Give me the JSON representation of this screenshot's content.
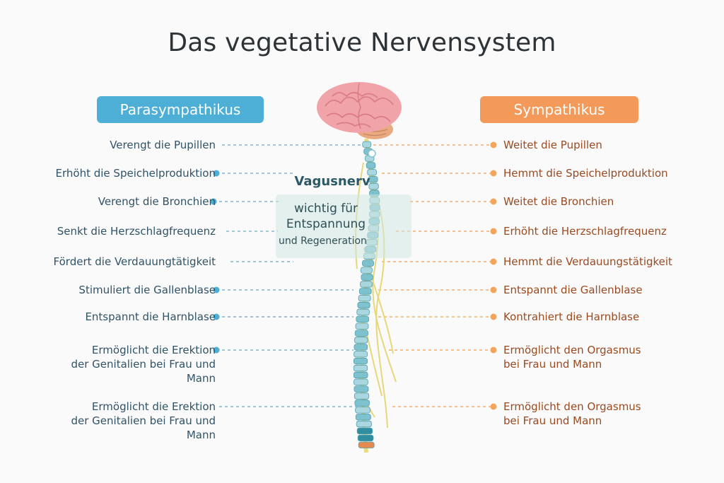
{
  "title": "Das vegetative Nervensystem",
  "left_header": "Parasympathikus",
  "right_header": "Sympathikus",
  "vagus": {
    "title": "Vagusnerv",
    "line1": "wichtig für",
    "line2": "Entspannung",
    "line3": "und Regeneration"
  },
  "left_items": [
    [
      "Verengt die Pupillen"
    ],
    [
      "Erhöht die Speichelproduktion"
    ],
    [
      "Verengt die Bronchien"
    ],
    [
      "Senkt die Herzschlagfrequenz"
    ],
    [
      "Fördert die Verdauungtätigkeit"
    ],
    [
      "Stimuliert die Gallenblase"
    ],
    [
      "Entspannt die Harnblase"
    ],
    [
      "Ermöglicht die Erektion",
      "der Genitalien bei Frau und",
      "Mann"
    ],
    [
      "Ermöglicht die Erektion",
      "der Genitalien bei Frau und",
      "Mann"
    ]
  ],
  "right_items": [
    [
      "Weitet die Pupillen"
    ],
    [
      "Hemmt die Speichelproduktion"
    ],
    [
      "Weitet die Bronchien"
    ],
    [
      "Erhöht die Herzschlagfrequenz"
    ],
    [
      "Hemmt die Verdauungstätigkeit"
    ],
    [
      "Entspannt die Gallenblase"
    ],
    [
      "Kontrahiert die Harnblase"
    ],
    [
      "Ermöglicht den Orgasmus",
      "bei Frau und Mann"
    ],
    [
      "Ermöglicht den Orgasmus",
      "bei Frau und Mann"
    ]
  ],
  "colors": {
    "parasympathetic": "#4dafd6",
    "sympathetic": "#f39a5a",
    "left_text": "#2f5367",
    "right_text": "#9a4a20",
    "nerve": "#e9dc7c",
    "brain": "#f0a3a8"
  }
}
